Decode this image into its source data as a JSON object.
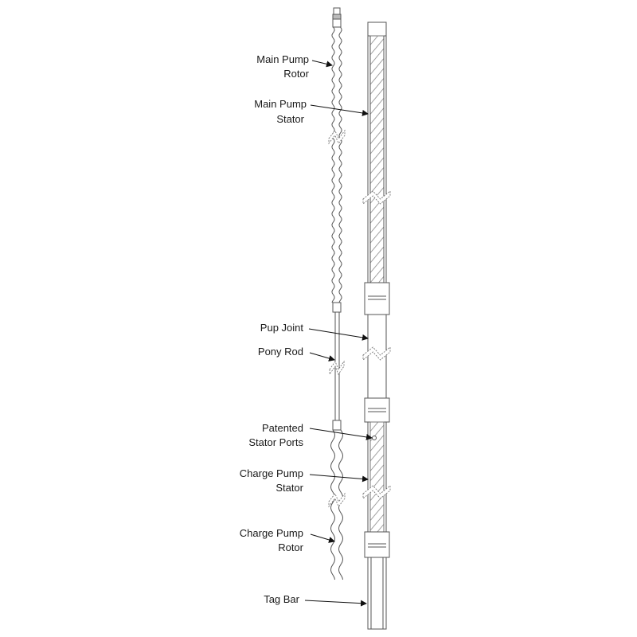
{
  "labels": {
    "main_rotor": [
      "Main Pump",
      "Rotor"
    ],
    "main_stator": [
      "Main Pump",
      "Stator"
    ],
    "pup_joint": [
      "Pup Joint"
    ],
    "pony_rod": [
      "Pony Rod"
    ],
    "stator_ports": [
      "Patented",
      "Stator Ports"
    ],
    "charge_stator": [
      "Charge Pump",
      "Stator"
    ],
    "charge_rotor": [
      "Charge Pump",
      "Rotor"
    ],
    "tag_bar": [
      "Tag Bar"
    ]
  },
  "colors": {
    "line": "#555555",
    "hatch": "#8a8a8a",
    "text": "#1a1a1a"
  }
}
